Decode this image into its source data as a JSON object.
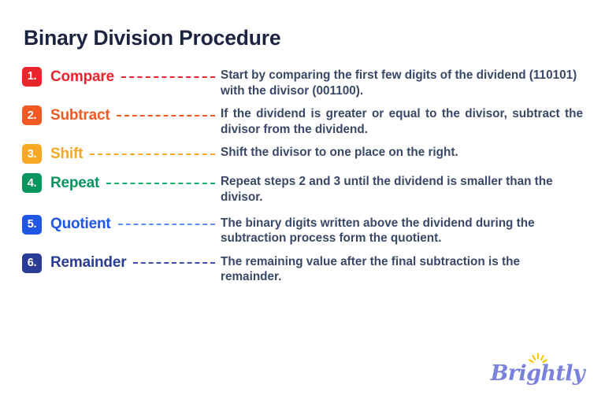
{
  "page": {
    "title": "Binary Division Procedure",
    "background": "#ffffff",
    "title_color": "#1C2440",
    "description_color": "#394867"
  },
  "steps": [
    {
      "number": "1.",
      "label": "Compare",
      "color": "#E8262C",
      "description": "Start by comparing the first few digits of the dividend (110101) with the divisor (001100)."
    },
    {
      "number": "2.",
      "label": "Subtract",
      "color": "#F15A22",
      "description": "If the dividend is greater or equal to the divisor, subtract the divisor from the dividend."
    },
    {
      "number": "3.",
      "label": "Shift",
      "color": "#F9A825",
      "description": "Shift the divisor to one place on the right."
    },
    {
      "number": "4.",
      "label": "Repeat",
      "color": "#07945E",
      "description": "Repeat steps 2 and 3 until the dividend is smaller than the divisor."
    },
    {
      "number": "5.",
      "label": "Quotient",
      "color": "#1F56E3",
      "description": "The binary digits written above the dividend during the subtraction process form the quotient."
    },
    {
      "number": "6.",
      "label": "Remainder",
      "color": "#2A3C96",
      "description": "The remaining value after the final subtraction is the remainder."
    }
  ],
  "brand": {
    "name": "Brightly",
    "text_color": "#7A82DE",
    "sun_color": "#FDC500"
  }
}
